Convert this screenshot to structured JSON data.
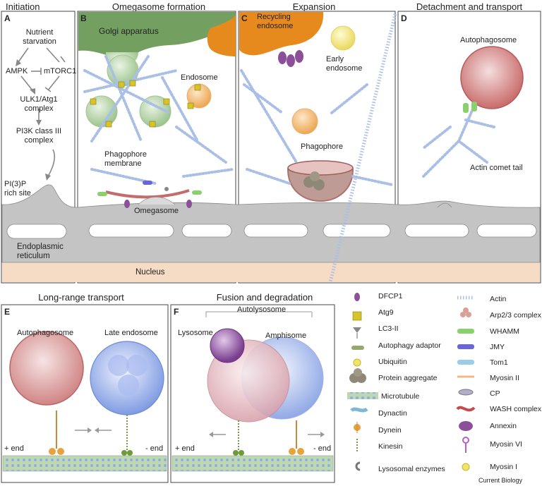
{
  "headers": {
    "initiation": "Initiation",
    "omegasome_formation": "Omegasome  formation",
    "expansion": "Expansion",
    "detachment": "Detachment and transport",
    "long_range": "Long-range transport",
    "fusion": "Fusion and degradation"
  },
  "panels": {
    "A": {
      "letter": "A",
      "nodes": [
        "Nutrient starvation",
        "AMPK",
        "mTORC1",
        "ULK1/Atg1 complex",
        "PI3K class III complex",
        "PI(3)P rich site"
      ],
      "er_label": "Endoplasmic reticulum",
      "nucleus": "Nucleus"
    },
    "B": {
      "letter": "B",
      "golgi": "Golgi apparatus",
      "endosome": "Endosome",
      "phagophore_membrane": "Phagophore membrane",
      "omegasome": "Omegasome"
    },
    "C": {
      "letter": "C",
      "recycling_endosome": "Recycling endosome",
      "early_endosome": "Early endosome",
      "phagophore": "Phagophore"
    },
    "D": {
      "letter": "D",
      "autophagosome": "Autophagosome",
      "actin_comet_tail": "Actin comet tail"
    },
    "E": {
      "letter": "E",
      "autophagosome": "Autophagosome",
      "late_endosome": "Late endosome",
      "plus_end": "+ end",
      "minus_end": "- end"
    },
    "F": {
      "letter": "F",
      "autolysosome": "Autolysosome",
      "lysosome": "Lysosome",
      "amphisome": "Amphisome",
      "plus_end": "+ end",
      "minus_end": "- end"
    }
  },
  "legend": {
    "left": [
      "DFCP1",
      "Atg9",
      "LC3-II",
      "Autophagy adaptor",
      "Ubiquitin",
      "Protein aggregate",
      "Microtubule",
      "Dynactin",
      "Dynein",
      "Kinesin",
      "Lysosomal  enzymes"
    ],
    "right": [
      "Actin",
      "Arp2/3 complex",
      "WHAMM",
      "JMY",
      "Tom1",
      "Myosin II",
      "CP",
      "WASH complex",
      "Annexin",
      "Myosin VI",
      "Myosin I"
    ]
  },
  "credit": "Current Biology",
  "colors": {
    "er_gray": "#bdbdbd",
    "nucleus": "#f6dcc4",
    "golgi": "#6f9a5c",
    "recycling_endosome": "#e78a1e",
    "autophagosome": "#d98b8b",
    "late_endosome": "#8fa8e6",
    "microtubule": "#9fc3b3"
  }
}
